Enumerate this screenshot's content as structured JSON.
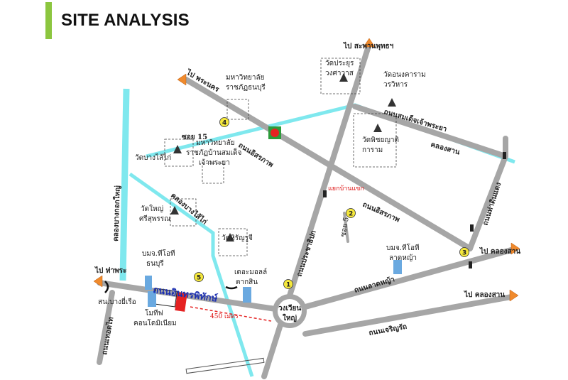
{
  "header": {
    "title": "SITE ANALYSIS"
  },
  "roads": {
    "inthara_phitak": "ถนนอินทรพิทักษ์",
    "itsaraphap_1": "ถนนอิสรภาพ",
    "itsaraphap_2": "ถนนอิสรภาพ",
    "prachathipok": "ถนนประชาธิปก",
    "somdet": "ถนนสมเด็จเจ้าพระยา",
    "lat_ya": "ถนนลาดหญ้า",
    "charoen_rat": "ถนนเจริญรัถ",
    "tak_sin": "ถนนท่าดินแดง",
    "soi15": "ซอย 15",
    "soi5": "ซอย 5",
    "therd_thai": "ถนนเทอดไท",
    "khlong_san_canal": "คลองสาน",
    "bangkok_yai_canal": "คลองบางกอกใหญ่",
    "bang_sai_kai_canal": "คลองบางไส้ไก่"
  },
  "directions": {
    "phra_nakhon": "ไป พระนคร",
    "saphan_phut": "ไป สะพานพุทธฯ",
    "tha_phra": "ไป ท่าพระ",
    "khlong_san_1": "ไป คลองสาน",
    "khlong_san_2": "ไป คลองสาน"
  },
  "landmarks": {
    "rajabhat_1": [
      "มหาวิทยาลัย",
      "ราชภัฏธนบุรี"
    ],
    "rajabhat_2": [
      "มหาวิทยาลัย",
      "ราชภัฏบ้านสมเด็จ",
      "เจ้าพระยา"
    ],
    "wat_prayoon": [
      "วัดประยุร",
      "วงศาวาส"
    ],
    "wat_anong": [
      "วัดอนงคาราม",
      "วรวิหาร"
    ],
    "wat_phitchaya": [
      "วัดพิชยญาติ",
      "การาม"
    ],
    "wat_bang_sai_kai": "วัดบางไส้ไก่",
    "wat_intharam": [
      "วัดใหญ่",
      "ศรีสุพรรณ"
    ],
    "wat_hiranruchi": "วัดหิรัญรูจี",
    "the_mall": [
      "บมจ.ทีโอที",
      "ธนบุรี"
    ],
    "tot_lat_ya": [
      "บมจ.ทีโอที",
      "ลาดหญ้า"
    ],
    "the_mall_taksin": [
      "เดอะมอลล์",
      "ตากสิน"
    ],
    "condo": [
      "โมทีฟ",
      "คอนโดมิเนียม"
    ],
    "police": "สน.บางยี่เรือ",
    "wongwian": [
      "วงเวียน",
      "ใหญ่"
    ],
    "junction": "แยกบ้านแขก",
    "distance": "450 เมตร"
  },
  "markers": [
    "1",
    "2",
    "3",
    "4",
    "5"
  ],
  "colors": {
    "road": "#a6a6a6",
    "canal": "#7fe8ee",
    "site": "#e52222",
    "accent": "#8cc63f",
    "route": "#1b2fb0"
  }
}
